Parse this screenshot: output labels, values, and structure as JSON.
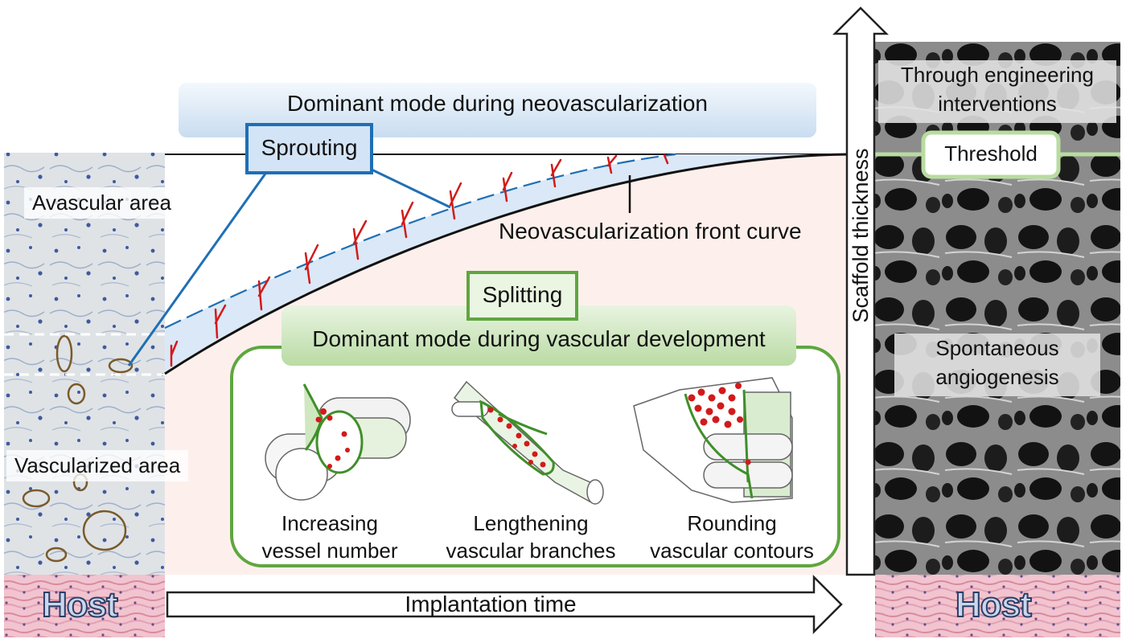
{
  "left_panel": {
    "avascular_label": "Avascular area",
    "vascularized_label": "Vascularized area",
    "host_label": "Host"
  },
  "right_panel": {
    "engineering_label": "Through engineering interventions",
    "threshold_label": "Threshold",
    "spontaneous_label": "Spontaneous angiogenesis",
    "host_label": "Host"
  },
  "axes": {
    "x_label": "Implantation time",
    "y_label": "Scaffold thickness"
  },
  "neovascularization": {
    "banner": "Dominant mode during neovascularization",
    "sprouting_label": "Sprouting",
    "front_curve_label": "Neovascularization front curve"
  },
  "vascular_development": {
    "splitting_label": "Splitting",
    "banner": "Dominant mode during vascular development",
    "items": [
      {
        "line1": "Increasing",
        "line2": "vessel number"
      },
      {
        "line1": "Lengthening",
        "line2": "vascular branches"
      },
      {
        "line1": "Rounding",
        "line2": "vascular contours"
      }
    ]
  },
  "colors": {
    "sprouting_blue": "#1f6fb5",
    "splitting_green": "#5fa640",
    "vessel_red": "#d21a1a",
    "background_pink": "#fdf0ec"
  }
}
